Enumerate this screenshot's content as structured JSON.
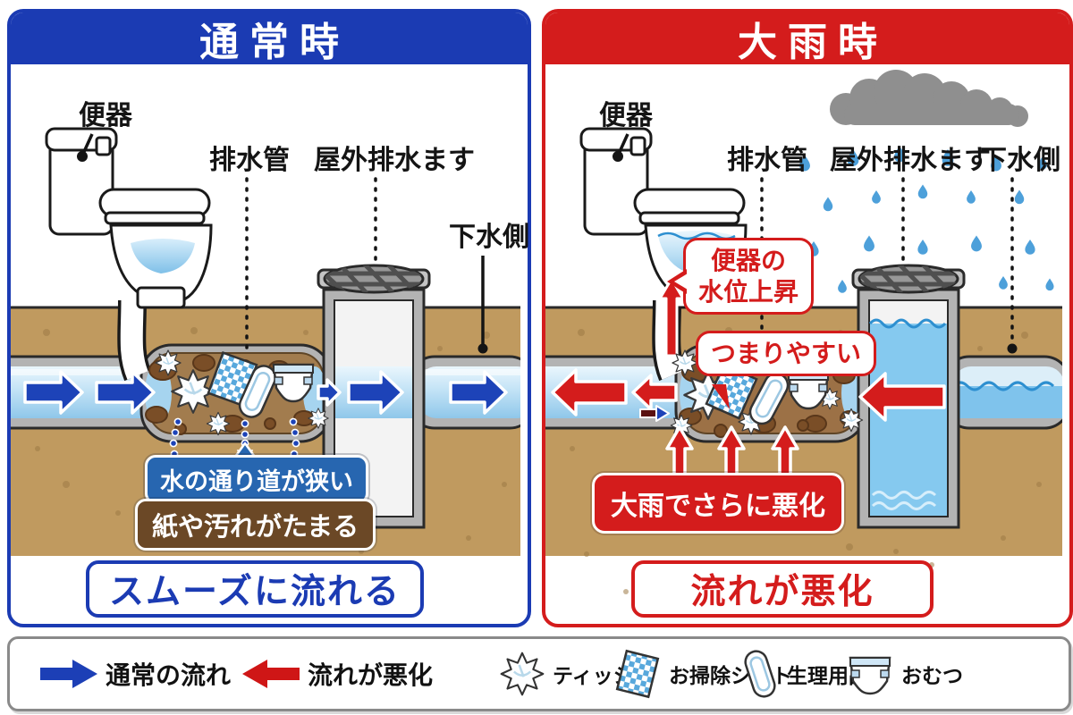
{
  "left_panel": {
    "title": "通常時",
    "label_toilet": "便器",
    "label_drain_pipe": "排水管",
    "label_outdoor_basin": "屋外排水ます",
    "label_sewer_side": "下水側",
    "callout_narrow_path": "水の通り道が狭い",
    "callout_paper_builds_up": "紙や汚れがたまる",
    "result": "スムーズに流れる"
  },
  "right_panel": {
    "title": "大雨時",
    "label_toilet": "便器",
    "label_drain_pipe": "排水管",
    "label_outdoor_basin": "屋外排水ます",
    "label_sewer_side": "下水側",
    "callout_bowl_rise_line1": "便器の",
    "callout_bowl_rise_line2": "水位上昇",
    "callout_easily_clogged": "つまりやすい",
    "callout_rain_worsens": "大雨でさらに悪化",
    "result": "流れが悪化"
  },
  "legend": {
    "normal_flow": "通常の流れ",
    "bad_flow": "流れが悪化",
    "item_tissue": "ティッシュ",
    "item_cleaning_sheet": "お掃除シート",
    "item_sanitary": "生理用品",
    "item_diaper": "おむつ"
  },
  "colors": {
    "blue": "#1b3bb3",
    "red": "#d41c1c",
    "ground": "#c09a5f",
    "callout_blue": "#2766b0",
    "callout_brown": "#6b4826",
    "water": "#8fc7ea"
  }
}
